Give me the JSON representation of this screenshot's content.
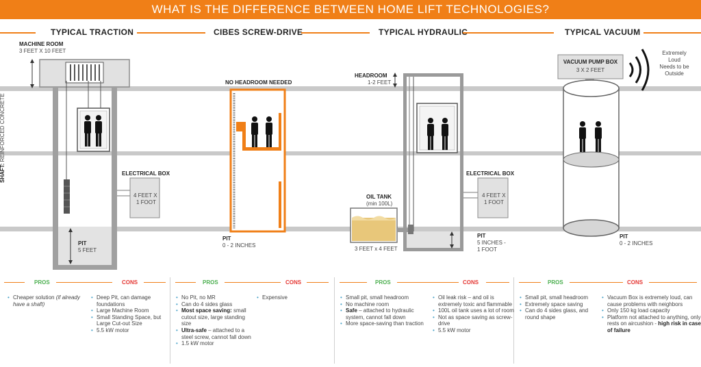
{
  "title": "WHAT IS THE DIFFERENCE BETWEEN HOME LIFT TECHNOLOGIES?",
  "colors": {
    "accent": "#f07f17",
    "pros": "#4caf50",
    "cons": "#e53935",
    "gray": "#9c9c9c",
    "oil": "#e8c77a"
  },
  "columns": [
    {
      "heading": "TYPICAL TRACTION",
      "labels": {
        "machine_room": "MACHINE ROOM",
        "machine_room_size": "3 FEET X 10 FEET",
        "shaft_bold": "SHAFT:",
        "shaft_text": " REINFORCED CONCRETE",
        "pit": "PIT",
        "pit_size": "5 FEET",
        "electrical_box": "ELECTRICAL BOX",
        "box_size_1": "4 FEET X",
        "box_size_2": "1 FOOT"
      },
      "pros_label": "PROS",
      "cons_label": "CONS",
      "pros": [
        {
          "text": "Cheaper solution ",
          "italic": "(if already have a shaft)"
        }
      ],
      "cons": [
        "Deep Pit, can damage foundations",
        "Large Machine Room",
        "Small Standing Space, but Large Cut-out Size",
        "5.5 kW motor"
      ]
    },
    {
      "heading": "CIBES SCREW-DRIVE",
      "labels": {
        "no_headroom": "NO HEADROOM NEEDED",
        "pit": "PIT",
        "pit_size": "0 - 2 INCHES"
      },
      "pros_label": "PROS",
      "cons_label": "CONS",
      "pros": [
        {
          "text": "No Pit, no MR"
        },
        {
          "text": "Can do 4 sides glass"
        },
        {
          "bold": "Most space saving:",
          "text": " small cutout size, large standing size"
        },
        {
          "bold": "Ultra-safe",
          "text": " – attached to a steel screw, cannot fall down"
        },
        {
          "text": "1.5 kW motor"
        }
      ],
      "cons": [
        "Expensive"
      ]
    },
    {
      "heading": "TYPICAL HYDRAULIC",
      "labels": {
        "headroom": "HEADROOM",
        "headroom_size": "1-2 FEET",
        "oil_tank": "OIL TANK",
        "oil_tank_size": "(min 100L)",
        "tank_dims": "3 FEET x 4 FEET",
        "electrical_box": "ELECTRICAL BOX",
        "box_size_1": "4 FEET X",
        "box_size_2": "1 FOOT",
        "pit": "PIT",
        "pit_size_1": "5 INCHES -",
        "pit_size_2": "1 FOOT"
      },
      "pros_label": "PROS",
      "cons_label": "CONS",
      "pros": [
        {
          "text": "Small pit, small headroom"
        },
        {
          "text": "No machine room"
        },
        {
          "bold": "Safe",
          "text": " – attached to hydraulic system, cannot fall down"
        },
        {
          "text": "More space-saving than traction"
        }
      ],
      "cons": [
        "Oil leak risk – and oil is extremely toxic and flammable",
        "100L oil tank uses a lot of room",
        "Not as space saving as screw-drive",
        "5.5 kW motor"
      ]
    },
    {
      "heading": "TYPICAL VACUUM",
      "labels": {
        "pump_box": "VACUUM PUMP BOX",
        "pump_size": "3 X 2 FEET",
        "loud_1": "Extremely",
        "loud_2": "Loud",
        "loud_3": "Needs to be",
        "loud_4": "Outside",
        "pit": "PIT",
        "pit_size": "0 - 2 INCHES"
      },
      "pros_label": "PROS",
      "cons_label": "CONS",
      "pros": [
        {
          "text": "Small pit, small headroom"
        },
        {
          "text": "Extremely space saving"
        },
        {
          "text": "Can do 4 sides glass, and round shape"
        }
      ],
      "cons": [
        {
          "text": "Vacuum Box is extremely loud, can cause problems with neighbors"
        },
        {
          "text": "Only 150 kg load capacity"
        },
        {
          "text": "Platform not attached to anything, only rests on aircushion - ",
          "bold": "high risk in case of failure"
        }
      ]
    }
  ]
}
